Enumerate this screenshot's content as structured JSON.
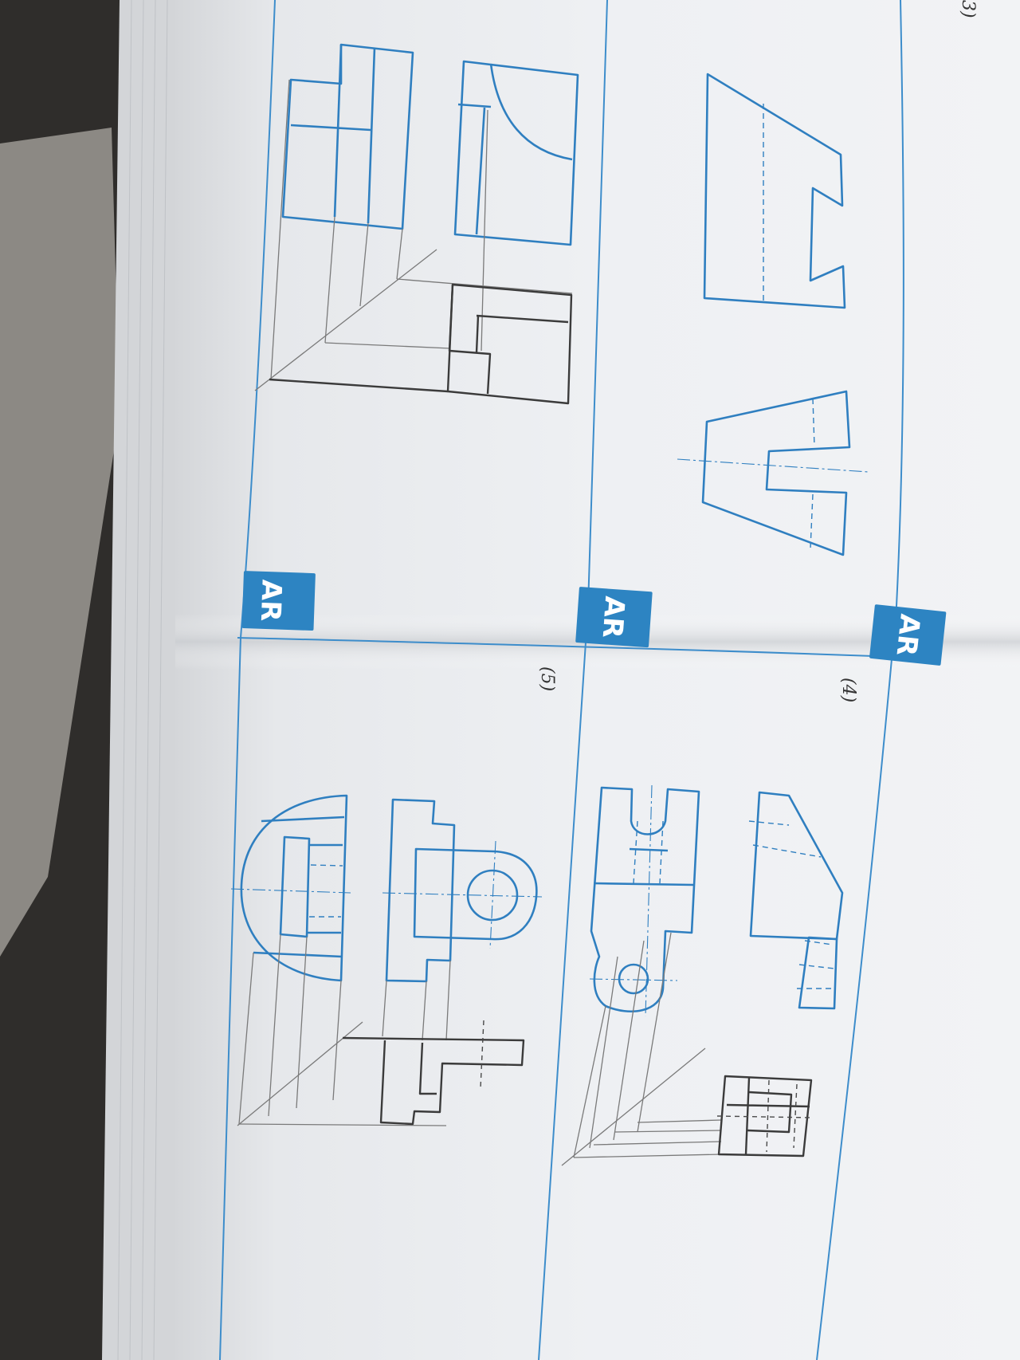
{
  "badges": {
    "ar_1": "AR",
    "ar_2": "AR",
    "ar_3": "AR"
  },
  "handwritten_labels": {
    "label_1": "(5)",
    "label_2": "(4)",
    "corner": "3)"
  },
  "colors": {
    "print_blue": "#2f7fc0",
    "pencil": "#3b3b3b",
    "paper": "#eceef1",
    "badge": "#2d84c2"
  }
}
